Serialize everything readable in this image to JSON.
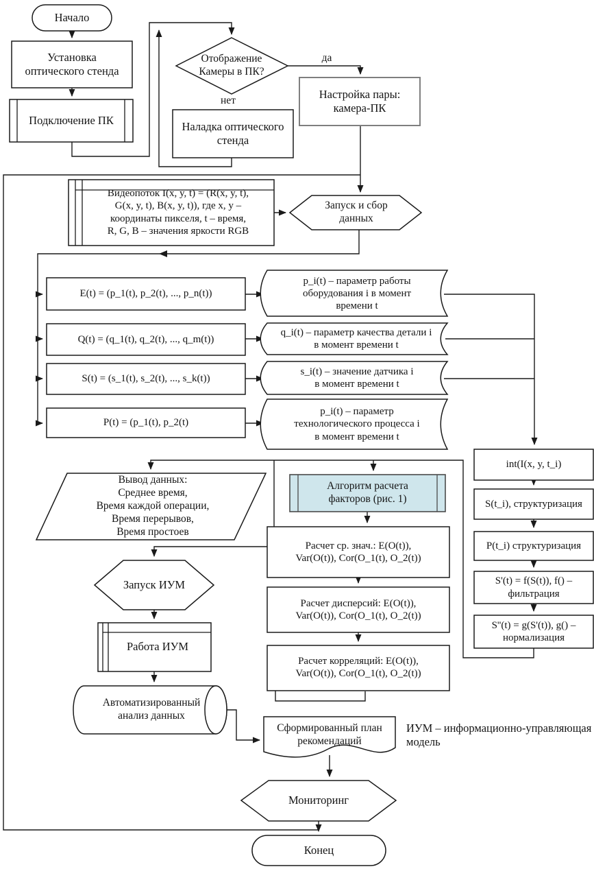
{
  "labels": {
    "yes": "да",
    "no": "нет"
  },
  "annotation": "ИУМ – информационно-управляющая\nмодель",
  "nodes": {
    "start": "Начало",
    "setup_stand": "Установка\nоптического стенда",
    "connect_pc": "Подключение ПК",
    "camera_check": "Отображение\nКамеры в ПК?",
    "adjust_stand": "Наладка оптического\nстенда",
    "pair_setup": "Настройка пары:\nкамера-ПК",
    "video_stream": "Видеопоток  I(x, y, t) = (R(x, y, t),\nG(x, y, t), B(x, y, t)), где x, y –\nкоординаты пикселя, t – время,\nR, G, B – значения яркости RGB",
    "launch_collect": "Запуск и сбор\nданных",
    "eq_e": "E(t) = (p_1(t), p_2(t), ..., p_n(t))",
    "eq_q": "Q(t) = (q_1(t), q_2(t), ..., q_m(t))",
    "eq_s": "S(t) = (s_1(t), s_2(t), ..., s_k(t))",
    "eq_p": "P(t) = (p_1(t), p_2(t)",
    "tape_p": "p_i(t) – параметр работы\nоборудования i в момент\nвремени t",
    "tape_q": "q_i(t) – параметр качества детали i\nв момент времени t",
    "tape_s": "s_i(t) – значение датчика i\nв момент времени t",
    "tape_tp": "p_i(t) – параметр\nтехнологического процесса i\nв момент времени t",
    "int_box": "int(I(x, y, t_i)",
    "s_struct": "S(t_i), структуризация",
    "p_struct": "P(t_i) структуризация",
    "filter": "S'(t) = f(S(t)), f() –\nфильтрация",
    "normalize": "S''(t) = g(S'(t)), g() –\nнормализация",
    "data_output": "Вывод данных:\nСреднее время,\nВремя каждой операции,\nВремя перерывов,\nВремя простоев",
    "launch_ium": "Запуск ИУМ",
    "run_ium": "Работа ИУМ",
    "auto_analysis": "Автоматизированный\nанализ данных",
    "factor_algorithm": "Алгоритм расчета\nфакторов (рис. 1)",
    "calc_mean": "Расчет ср. знач.: E(O(t)),\nVar(O(t)), Cor(O_1(t), O_2(t))",
    "calc_variance": "Расчет дисперсий:  E(O(t)),\nVar(O(t)), Cor(O_1(t), O_2(t))",
    "calc_correlation": "Расчет корреляций: E(O(t)),\nVar(O(t)), Cor(O_1(t), O_2(t))",
    "plan": "Сформированный план\nрекомендаций",
    "monitoring": "Мониторинг",
    "end": "Конец"
  },
  "colors": {
    "line": "#1a1a1a",
    "highlight_fill": "#cfe6ec",
    "pair_setup_border": "#7f7f7f",
    "background": "#ffffff"
  }
}
